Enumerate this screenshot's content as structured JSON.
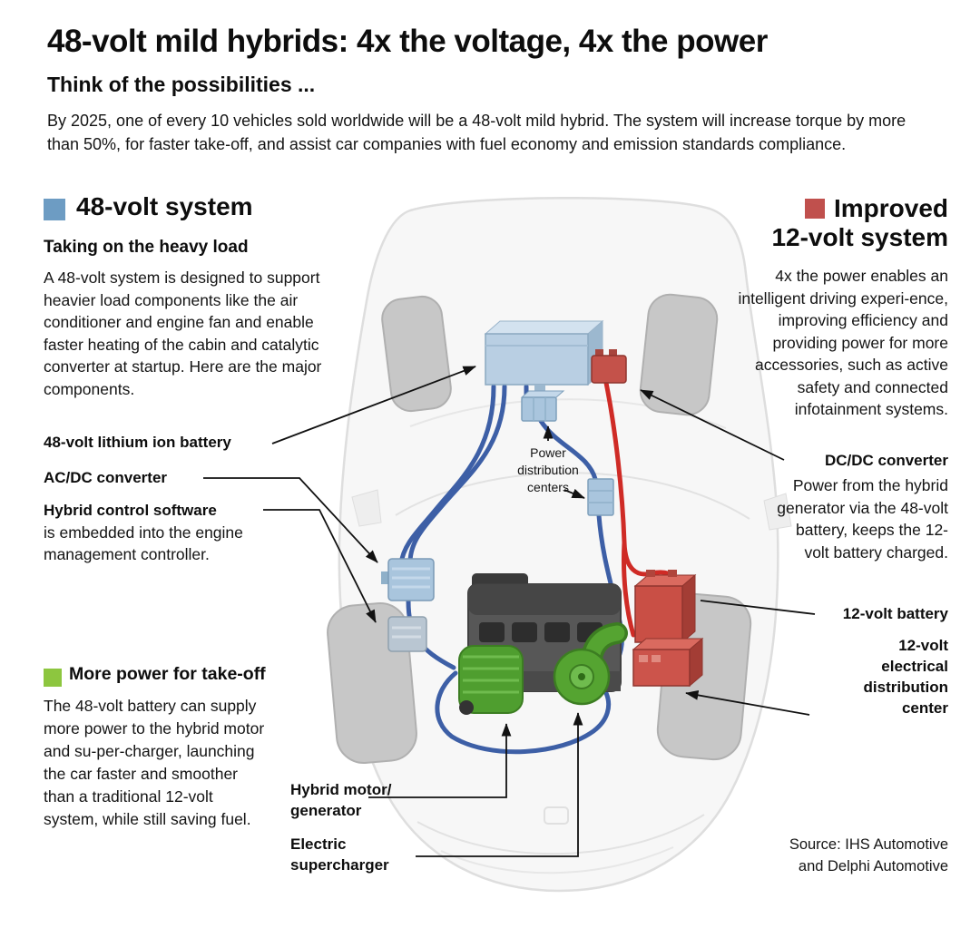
{
  "header": {
    "title": "48-volt mild hybrids: 4x the voltage, 4x the power",
    "subtitle": "Think of the possibilities ...",
    "intro": "By 2025, one of every 10 vehicles sold worldwide will be a 48-volt mild hybrid. The system will increase torque by more than 50%, for faster take-off, and assist car companies with fuel economy and emission standards compliance."
  },
  "left_section": {
    "heading": "48-volt system",
    "subheading": "Taking on the heavy load",
    "body": "A 48-volt system is designed to support heavier load components like the air conditioner and engine fan and enable faster heating of the cabin and catalytic converter at startup. Here are the major components.",
    "battery_label": "48-volt lithium ion battery",
    "acdc_label": "AC/DC converter",
    "hybrid_control_bold": "Hybrid control software",
    "hybrid_control_rest": "is embedded into the engine management controller."
  },
  "green_section": {
    "heading": "More power for take-off",
    "body": "The 48-volt battery can supply more power to the hybrid motor and su-per-charger, launching the car faster and smoother than a traditional 12-volt system, while still saving fuel."
  },
  "right_section": {
    "heading_line1": "Improved",
    "heading_line2": "12-volt system",
    "body": "4x the power enables an intelligent driving experi-ence, improving efficiency and providing power for more accessories, such as active safety and connected infotainment systems.",
    "dcdc_label": "DC/DC converter",
    "dcdc_body": "Power from the hybrid generator via the 48-volt battery, keeps the 12-volt battery charged.",
    "battery12_label": "12-volt battery",
    "dist_lines": [
      "12-volt",
      "electrical",
      "distribution",
      "center"
    ]
  },
  "diagram": {
    "pdc_lines": [
      "Power",
      "distribution",
      "centers"
    ],
    "motor_lines": [
      "Hybrid motor/",
      "generator"
    ],
    "supercharger_lines": [
      "Electric",
      "supercharger"
    ]
  },
  "source_lines": [
    "Source: IHS Automotive",
    "and Delphi Automotive"
  ],
  "colors": {
    "blue_accent": "#6d9cc3",
    "red_accent": "#c0504d",
    "green_accent": "#8dc63f",
    "wire_blue": "#3d5fa6",
    "wire_red": "#cf2b26",
    "battery_blue": "#b9cfe3",
    "engine_gray": "#575757",
    "motor_green": "#55a431"
  }
}
